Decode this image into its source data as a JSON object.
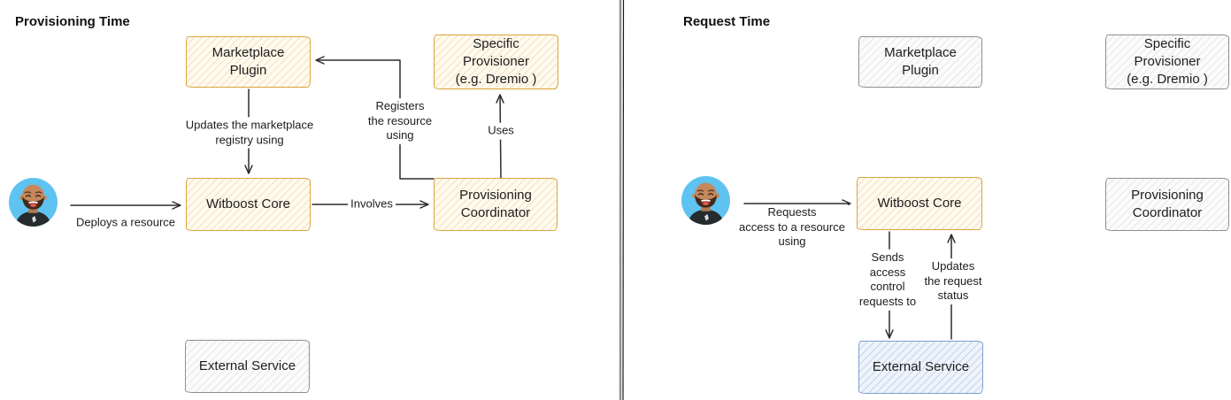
{
  "left_panel": {
    "title": "Provisioning Time",
    "nodes": {
      "marketplace_plugin": "Marketplace\nPlugin",
      "specific_provisioner": "Specific\nProvisioner\n(e.g. Dremio )",
      "witboost_core": "Witboost Core",
      "provisioning_coordinator": "Provisioning\nCoordinator",
      "external_service": "External Service"
    },
    "edges": {
      "deploys": "Deploys a resource",
      "updates_marketplace": "Updates the marketplace\nregistry using",
      "involves": "Involves",
      "registers": "Registers\nthe resource\nusing",
      "uses": "Uses"
    }
  },
  "right_panel": {
    "title": "Request Time",
    "nodes": {
      "marketplace_plugin": "Marketplace\nPlugin",
      "specific_provisioner": "Specific\nProvisioner\n(e.g. Dremio )",
      "witboost_core": "Witboost Core",
      "provisioning_coordinator": "Provisioning\nCoordinator",
      "external_service": "External Service"
    },
    "edges": {
      "requests": "Requests\naccess to a resource\nusing",
      "sends": "Sends\naccess\ncontrol\nrequests to",
      "updates_status": "Updates\nthe request\nstatus"
    }
  },
  "icons": {
    "actor": "user-avatar"
  },
  "colors": {
    "node_active_border": "#d9a43b",
    "node_inactive_border": "#8f8f8f",
    "node_external_blue_border": "#7f9fcf",
    "arrow": "#2b2b2b",
    "avatar_background": "#5fc3f1"
  }
}
